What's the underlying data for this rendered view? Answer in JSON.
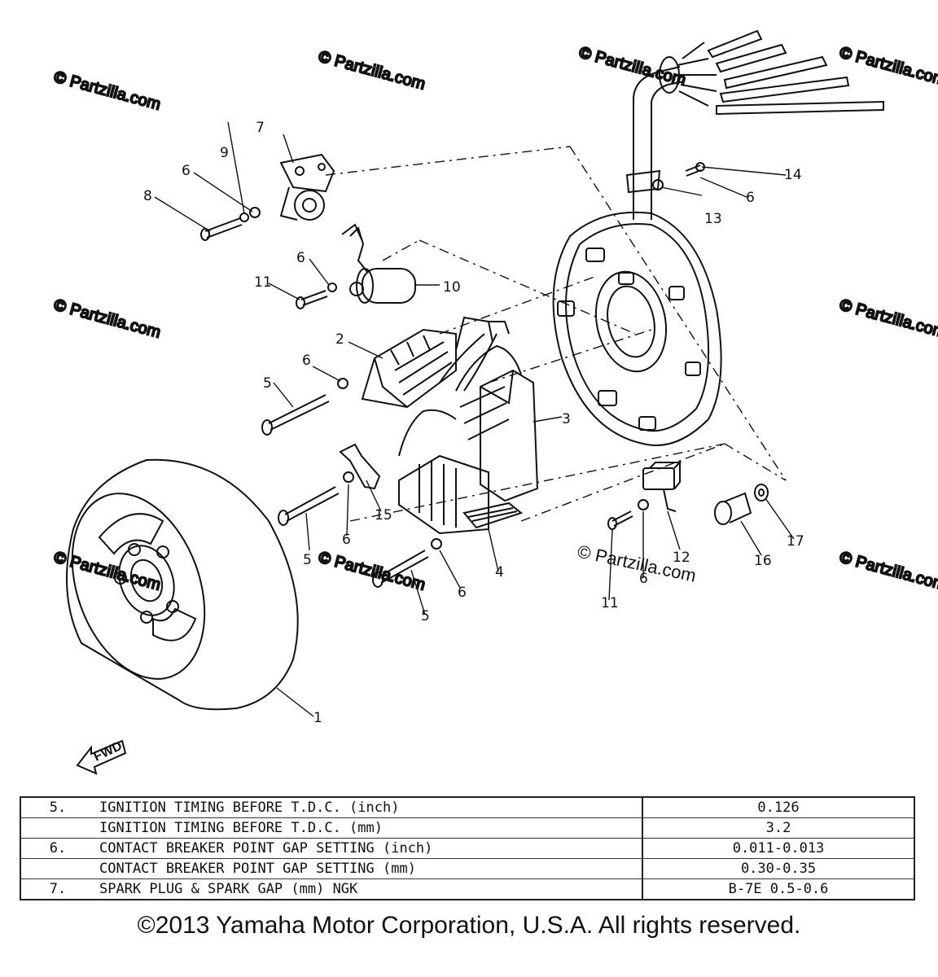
{
  "callouts": {
    "c1": "1",
    "c2": "2",
    "c3": "3",
    "c4": "4",
    "c5a": "5",
    "c5b": "5",
    "c5c": "5",
    "c6a": "6",
    "c6b": "6",
    "c6c": "6",
    "c6d": "6",
    "c6e": "6",
    "c6f": "6",
    "c6g": "6",
    "c7": "7",
    "c8": "8",
    "c9": "9",
    "c10": "10",
    "c11a": "11",
    "c11b": "11",
    "c12": "12",
    "c13": "13",
    "c14": "14",
    "c15": "15",
    "c16": "16",
    "c17": "17"
  },
  "fwd_label": "FWD",
  "watermark": "© Partzilla.com",
  "watermark_main": "© Partzilla.com",
  "spec_table": [
    {
      "num": "5.",
      "desc": "IGNITION TIMING BEFORE T.D.C. (inch)",
      "value": "0.126"
    },
    {
      "num": "",
      "desc": "IGNITION TIMING BEFORE T.D.C. (mm)",
      "value": "3.2"
    },
    {
      "num": "6.",
      "desc": "CONTACT BREAKER POINT GAP SETTING (inch)",
      "value": "0.011-0.013"
    },
    {
      "num": "",
      "desc": "CONTACT BREAKER POINT GAP SETTING (mm)",
      "value": "0.30-0.35"
    },
    {
      "num": "7.",
      "desc": "SPARK PLUG & SPARK GAP (mm)  NGK",
      "value": "B-7E    0.5-0.6"
    }
  ],
  "copyright": "©2013 Yamaha Motor Corporation, U.S.A. All rights reserved."
}
